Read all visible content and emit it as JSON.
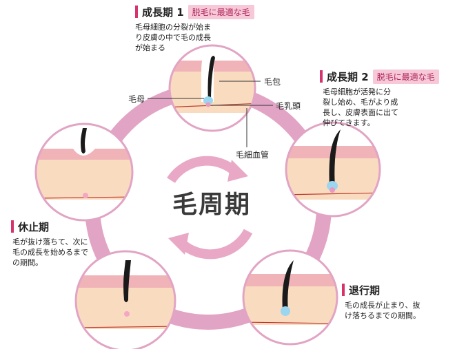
{
  "center_title": "毛周期",
  "stages": [
    {
      "id": "anagen1",
      "title": "成長期 1",
      "badge": "脱毛に最適な毛",
      "desc": "毛母細胞の分裂が始ま\nり皮膚の中で毛の成長\nが始まる"
    },
    {
      "id": "anagen2",
      "title": "成長期 2",
      "badge": "脱毛に最適な毛",
      "desc": "毛母細胞が活発に分\n裂し始め、毛がより成\n長し、皮膚表面に出て\n伸びてきます。"
    },
    {
      "id": "catagen",
      "title": "退行期",
      "badge": "",
      "desc": "毛の成長が止まり、抜\nけ落ちるまでの期間。"
    },
    {
      "id": "telogen",
      "title": "休止期",
      "badge": "",
      "desc": "毛が抜け落ちて、次に\n毛の成長を始めるまで\nの期間。"
    }
  ],
  "parts": {
    "hair_follicle": "毛包",
    "hair_matrix": "毛母",
    "dermal_papilla": "毛乳頭",
    "capillary": "毛細血管"
  }
}
